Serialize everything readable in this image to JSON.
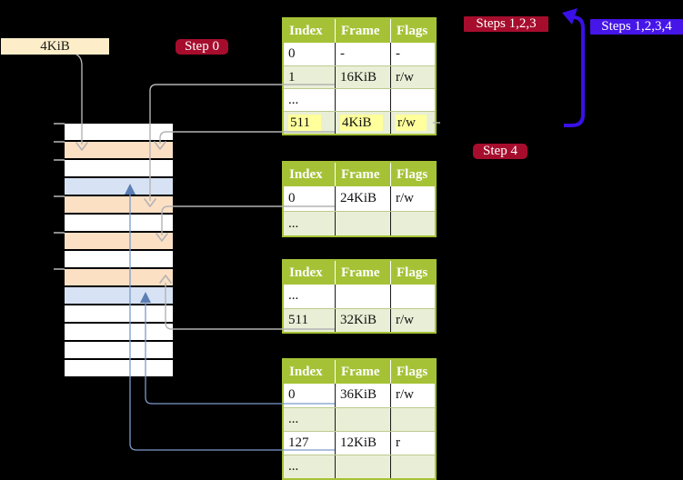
{
  "colors": {
    "badge_red": "#a60d2d",
    "badge_purple": "#4615e8",
    "table_green": "#a5c236",
    "row_light_green": "#e9efd6",
    "row_orange": "#fce0c4",
    "row_blue": "#d7e3f4",
    "row_white": "#ffffff",
    "label_beige": "#fdeec9",
    "highlight_yellow": "#ffff9c",
    "connector_gray": "#b3b3b3",
    "connector_steel": "#7b9ac9",
    "arrowhead_steel": "#5b7fb5",
    "arrow_blue": "#3a10e8"
  },
  "labels": {
    "page_size": "4KiB",
    "step0": "Step 0",
    "steps123": "Steps 1,2,3",
    "steps1234": "Steps 1,2,3,4",
    "step4": "Step 4"
  },
  "memory": {
    "rows": [
      {
        "kind": "white"
      },
      {
        "kind": "orange"
      },
      {
        "kind": "white"
      },
      {
        "kind": "blue"
      },
      {
        "kind": "orange"
      },
      {
        "kind": "white"
      },
      {
        "kind": "orange"
      },
      {
        "kind": "white"
      },
      {
        "kind": "orange"
      },
      {
        "kind": "blue"
      },
      {
        "kind": "white"
      },
      {
        "kind": "white"
      },
      {
        "kind": "white"
      },
      {
        "kind": "white"
      }
    ]
  },
  "tables": [
    {
      "level": "level-4",
      "headers": [
        "Index",
        "Frame",
        "Flags"
      ],
      "rows": [
        {
          "cells": [
            "0",
            "-",
            "-"
          ],
          "highlight": false
        },
        {
          "cells": [
            "1",
            "16KiB",
            "r/w"
          ],
          "highlight": false
        },
        {
          "cells": [
            "...",
            "",
            ""
          ],
          "highlight": false
        },
        {
          "cells": [
            "511",
            "4KiB",
            "r/w"
          ],
          "highlight": true
        }
      ]
    },
    {
      "level": "level-3",
      "headers": [
        "Index",
        "Frame",
        "Flags"
      ],
      "rows": [
        {
          "cells": [
            "0",
            "24KiB",
            "r/w"
          ],
          "highlight": false
        },
        {
          "cells": [
            "...",
            "",
            ""
          ],
          "highlight": false
        }
      ]
    },
    {
      "level": "level-2",
      "headers": [
        "Index",
        "Frame",
        "Flags"
      ],
      "rows": [
        {
          "cells": [
            "...",
            "",
            ""
          ],
          "highlight": false
        },
        {
          "cells": [
            "511",
            "32KiB",
            "r/w"
          ],
          "highlight": false
        }
      ]
    },
    {
      "level": "level-1",
      "headers": [
        "Index",
        "Frame",
        "Flags"
      ],
      "rows": [
        {
          "cells": [
            "0",
            "36KiB",
            "r/w"
          ],
          "highlight": false
        },
        {
          "cells": [
            "...",
            "",
            ""
          ],
          "highlight": false
        },
        {
          "cells": [
            "127",
            "12KiB",
            "r"
          ],
          "highlight": false
        },
        {
          "cells": [
            "...",
            "",
            ""
          ],
          "highlight": false
        }
      ]
    }
  ]
}
